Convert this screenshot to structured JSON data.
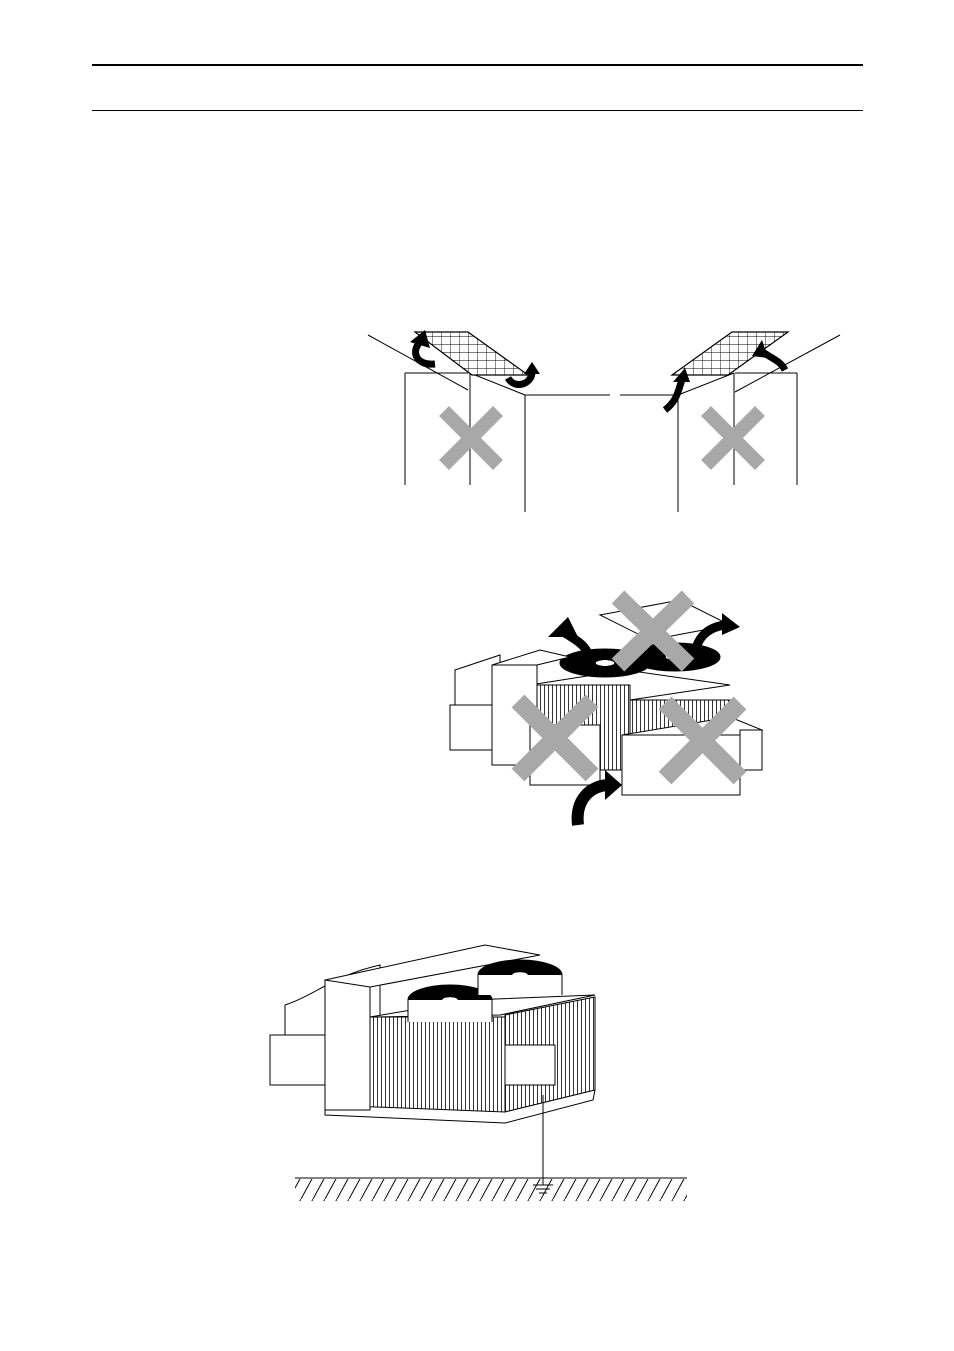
{
  "page": {
    "background": "#ffffff",
    "rule_color": "#000000",
    "prohibited_mark_color": "#a8a8a8"
  },
  "figures": [
    {
      "id": "fig-1",
      "icon": "wall-exhaust-recirculation-prohibited-icon"
    },
    {
      "id": "fig-2",
      "icon": "obstructed-airflow-prohibited-icon"
    },
    {
      "id": "fig-3",
      "icon": "outdoor-unit-grounding-icon"
    }
  ]
}
